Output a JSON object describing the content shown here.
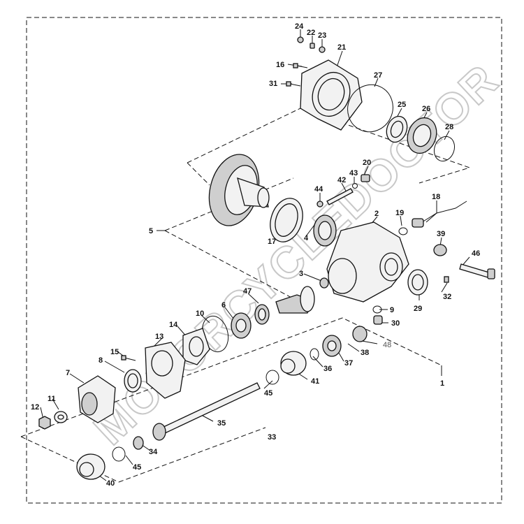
{
  "watermark": "MOTORCYCLEDOCTOR",
  "labels": {
    "p1": "1",
    "p2": "2",
    "p3": "3",
    "p4": "4",
    "p5": "5",
    "p6": "6",
    "p7": "7",
    "p8": "8",
    "p9": "9",
    "p10": "10",
    "p11": "11",
    "p12": "12",
    "p13": "13",
    "p14": "14",
    "p15": "15",
    "p16": "16",
    "p17": "17",
    "p18": "18",
    "p19": "19",
    "p20": "20",
    "p21": "21",
    "p22": "22",
    "p23": "23",
    "p24": "24",
    "p25": "25",
    "p26": "26",
    "p27": "27",
    "p28": "28",
    "p29": "29",
    "p30": "30",
    "p31": "31",
    "p32": "32",
    "p33": "33",
    "p34": "34",
    "p35": "35",
    "p36": "36",
    "p37": "37",
    "p38": "38",
    "p39": "39",
    "p40": "40",
    "p41": "41",
    "p42": "42",
    "p43": "43",
    "p44": "44",
    "p45a": "45",
    "p45b": "45",
    "p46": "46",
    "p47": "47",
    "p48": "48"
  }
}
